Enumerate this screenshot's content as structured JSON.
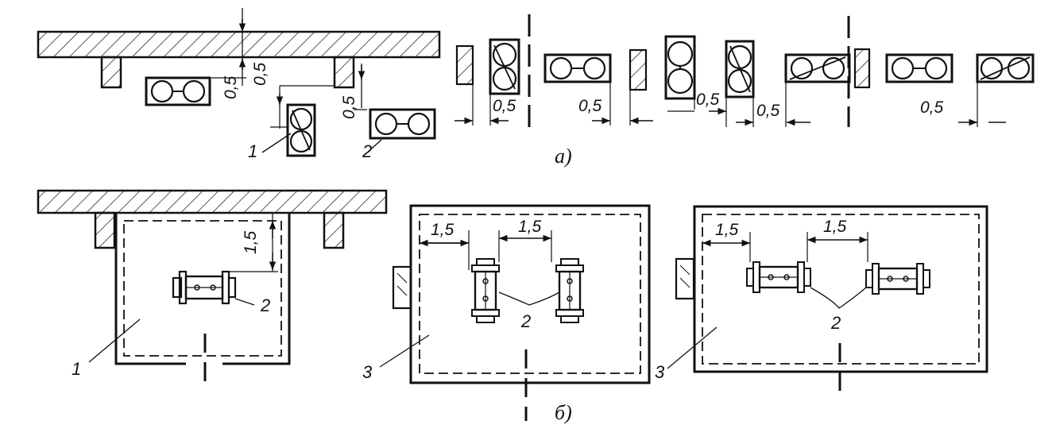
{
  "top_row": {
    "dim_a": "0,5",
    "dim_b": "0,5",
    "dim_c": "0,5",
    "dim_d": "0,5",
    "dim_e": "0,5",
    "dim_f": "0,5",
    "dim_g": "0,5",
    "label_1": "1",
    "label_2": "2",
    "caption": "a)"
  },
  "bottom_row": {
    "dim_v1": "1,5",
    "dim_m1": "1,5",
    "dim_m2": "1,5",
    "dim_r1": "1,5",
    "dim_r2": "1,5",
    "label_1": "1",
    "label_2a": "2",
    "label_2b": "2",
    "label_2c": "2",
    "label_3a": "3",
    "label_3b": "3",
    "caption": "б)"
  }
}
